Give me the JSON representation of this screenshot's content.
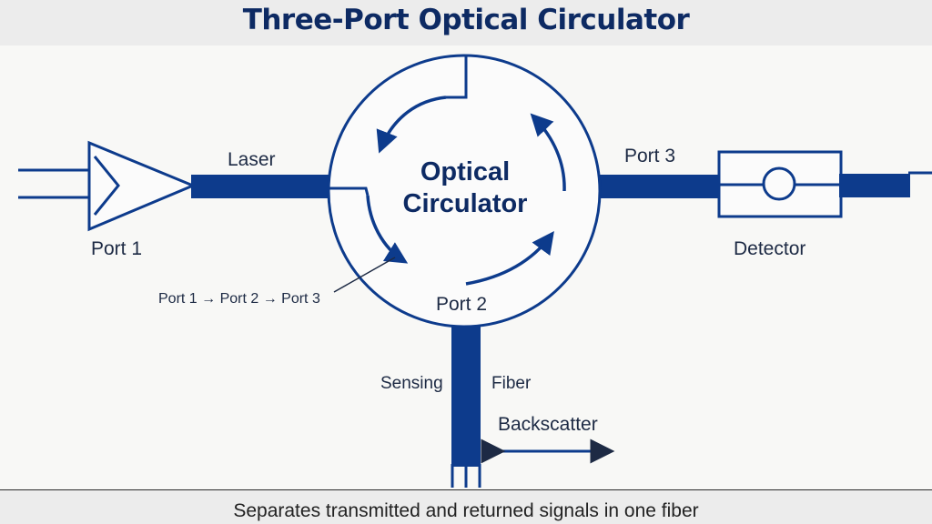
{
  "title": "Three-Port Optical Circulator",
  "center": {
    "line1": "Optical",
    "line2": "Circulator"
  },
  "labels": {
    "laser": "Laser",
    "port1": "Port 1",
    "port2": "Port 2",
    "port3": "Port 3",
    "detector": "Detector",
    "sequence": "Port 1 → Port 2 → Port 3",
    "sensing": "Sensing",
    "fiber": "Fiber",
    "backscatter": "Backscatter"
  },
  "caption": "Separates transmitted and returned signals in one fiber",
  "colors": {
    "navy": "#0d3b8c",
    "title": "#0d2a63"
  }
}
